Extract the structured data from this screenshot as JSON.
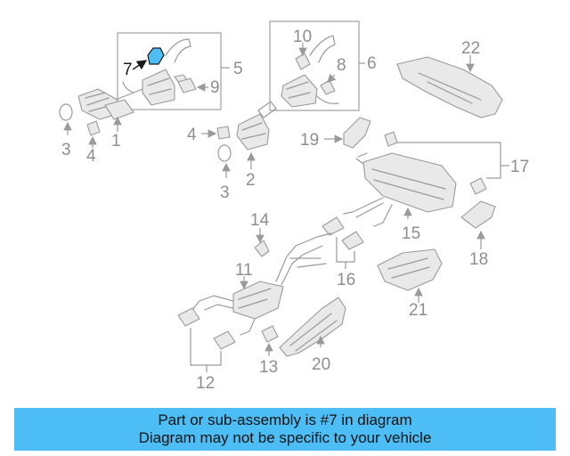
{
  "diagram": {
    "highlight_color": "#4dbef5",
    "highlighted_part": "7",
    "labels": {
      "l1": "1",
      "l2": "2",
      "l3a": "3",
      "l3b": "3",
      "l4a": "4",
      "l4b": "4",
      "l5": "5",
      "l6": "6",
      "l7": "7",
      "l8": "8",
      "l9": "9",
      "l10": "10",
      "l11": "11",
      "l12": "12",
      "l13": "13",
      "l14": "14",
      "l15": "15",
      "l16": "16",
      "l17": "17",
      "l18": "18",
      "l19": "19",
      "l20": "20",
      "l21": "21",
      "l22": "22"
    }
  },
  "banner": {
    "line1": "Part or sub-assembly is #7 in diagram",
    "line2": "Diagram may not be specific to your vehicle"
  }
}
